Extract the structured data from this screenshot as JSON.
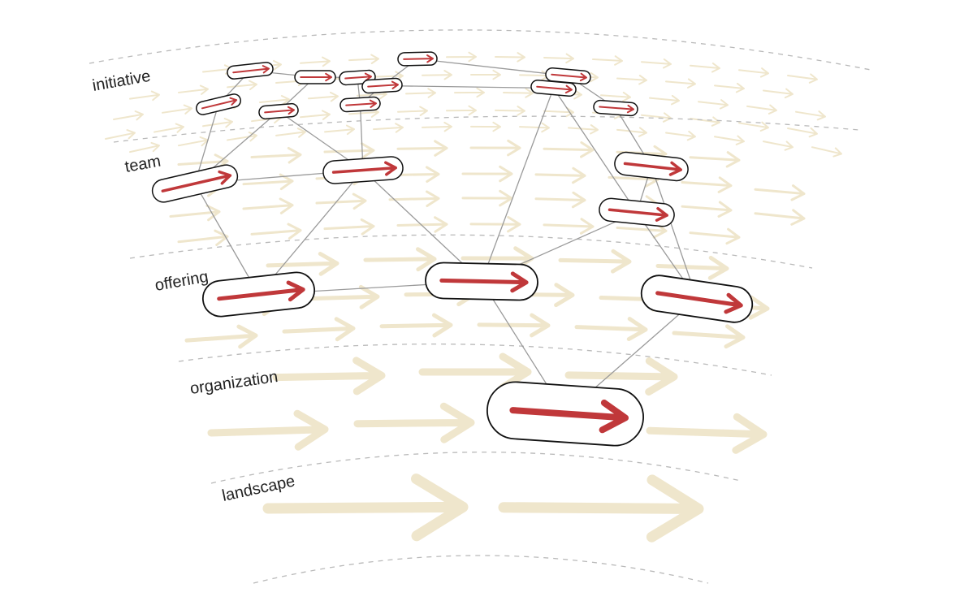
{
  "bands": [
    {
      "id": "initiative",
      "label": "initiative"
    },
    {
      "id": "team",
      "label": "team"
    },
    {
      "id": "offering",
      "label": "offering"
    },
    {
      "id": "organization",
      "label": "organization"
    },
    {
      "id": "landscape",
      "label": "landscape"
    }
  ],
  "colors": {
    "flow_arrow": "#efe6cc",
    "band_line": "#b9b9b9",
    "link": "#9a9a9a",
    "node_arrow": "#c0383a",
    "node_outline": "#111111"
  }
}
